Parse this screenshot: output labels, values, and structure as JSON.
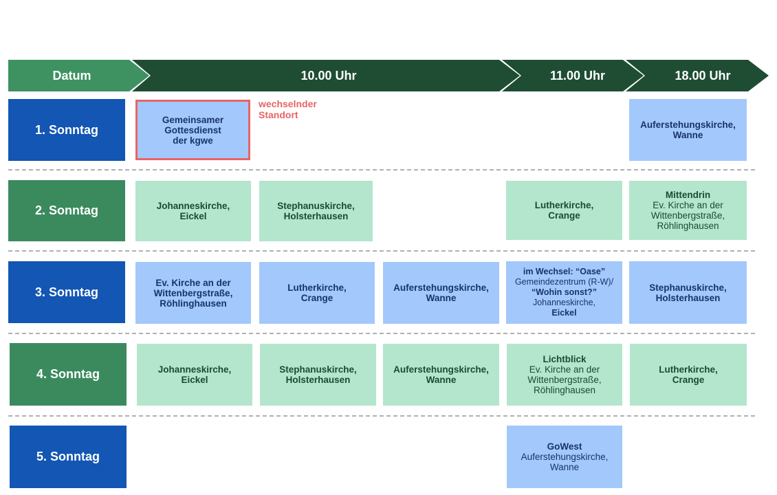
{
  "header": {
    "datum": "Datum",
    "t1000": "10.00 Uhr",
    "t1100": "11.00 Uhr",
    "t1800": "18.00 Uhr"
  },
  "colors": {
    "header_light": "#3e9161",
    "header_dark": "#1e4d33",
    "blue_dark": "#1356b3",
    "green_dark": "#3a8a5e",
    "blue_light": "#a3c8fb",
    "green_light": "#b3e6cd",
    "highlight": "#e86464"
  },
  "rows": {
    "r1": {
      "label": "1. Sonntag",
      "c1": [
        "Gemeinsamer",
        "Gottesdienst",
        "der kgwe"
      ],
      "note": [
        "wechselnder",
        "Standort"
      ],
      "c5": [
        "Auferstehungskirche,",
        "Wanne"
      ]
    },
    "r2": {
      "label": "2. Sonntag",
      "c1": [
        "Johanneskirche,",
        "Eickel"
      ],
      "c2": [
        "Stephanuskirche,",
        "Holsterhausen"
      ],
      "c4": [
        "Lutherkirche,",
        "Crange"
      ],
      "c5": [
        "Mittendrin",
        "Ev. Kirche an der",
        "Wittenbergstraße,",
        "Röhlinghausen"
      ]
    },
    "r3": {
      "label": "3. Sonntag",
      "c1": [
        "Ev. Kirche an der",
        "Wittenbergstraße,",
        "Röhlinghausen"
      ],
      "c2": [
        "Lutherkirche,",
        "Crange"
      ],
      "c3": [
        "Auferstehungskirche,",
        "Wanne"
      ],
      "c4": [
        "im Wechsel: “Oase”",
        "Gemeindezentrum (R-W)/",
        "“Wohin sonst?”",
        "Johanneskirche,",
        "Eickel"
      ],
      "c5": [
        "Stephanuskirche,",
        "Holsterhausen"
      ]
    },
    "r4": {
      "label": "4. Sonntag",
      "c1": [
        "Johanneskirche,",
        "Eickel"
      ],
      "c2": [
        "Stephanuskirche,",
        "Holsterhausen"
      ],
      "c3": [
        "Auferstehungskirche,",
        "Wanne"
      ],
      "c4": [
        "Lichtblick",
        "Ev. Kirche an der",
        "Wittenbergstraße,",
        "Röhlinghausen"
      ],
      "c5": [
        "Lutherkirche,",
        "Crange"
      ]
    },
    "r5": {
      "label": "5. Sonntag",
      "c4": [
        "GoWest",
        "Auferstehungskirche,",
        "Wanne"
      ]
    }
  }
}
